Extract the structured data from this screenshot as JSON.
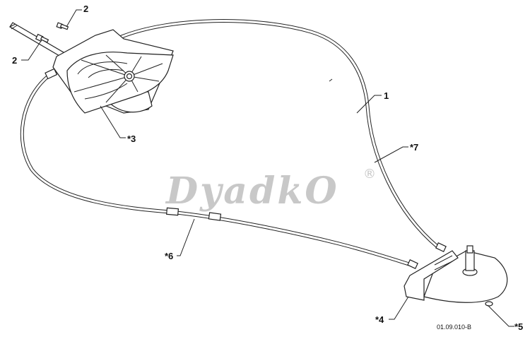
{
  "diagram": {
    "callouts": {
      "bolt_top": "2",
      "bolt_left": "2",
      "gearbox": "*3",
      "cable_upper": "1",
      "cable_upper_alt": "*7",
      "cable_lower": "*6",
      "bracket": "*4",
      "chute_plate": "*5"
    },
    "figure_code": "01.09.010-B",
    "watermark": {
      "text": "DyadkO",
      "mark": "®"
    }
  }
}
